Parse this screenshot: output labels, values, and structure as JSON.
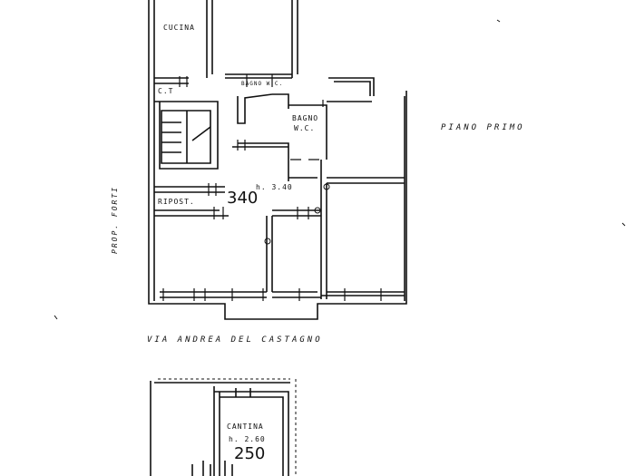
{
  "plan": {
    "floor_title": "PIANO PRIMO",
    "street": "VIA ANDREA DEL CASTAGNO",
    "neighbor": "PROP. FORTI",
    "rooms": {
      "kitchen": "CUCINA",
      "ct": "C.T",
      "bagno_wc_top": "BAGNO W.C.",
      "bagno": "BAGNO",
      "wc": "W.C.",
      "ripost": "RIPOST.",
      "cantina": "CANTINA"
    },
    "height_floor": "h. 3.40",
    "height_cellar": "h. 2.60",
    "area_floor": "340",
    "area_cellar": "250"
  }
}
